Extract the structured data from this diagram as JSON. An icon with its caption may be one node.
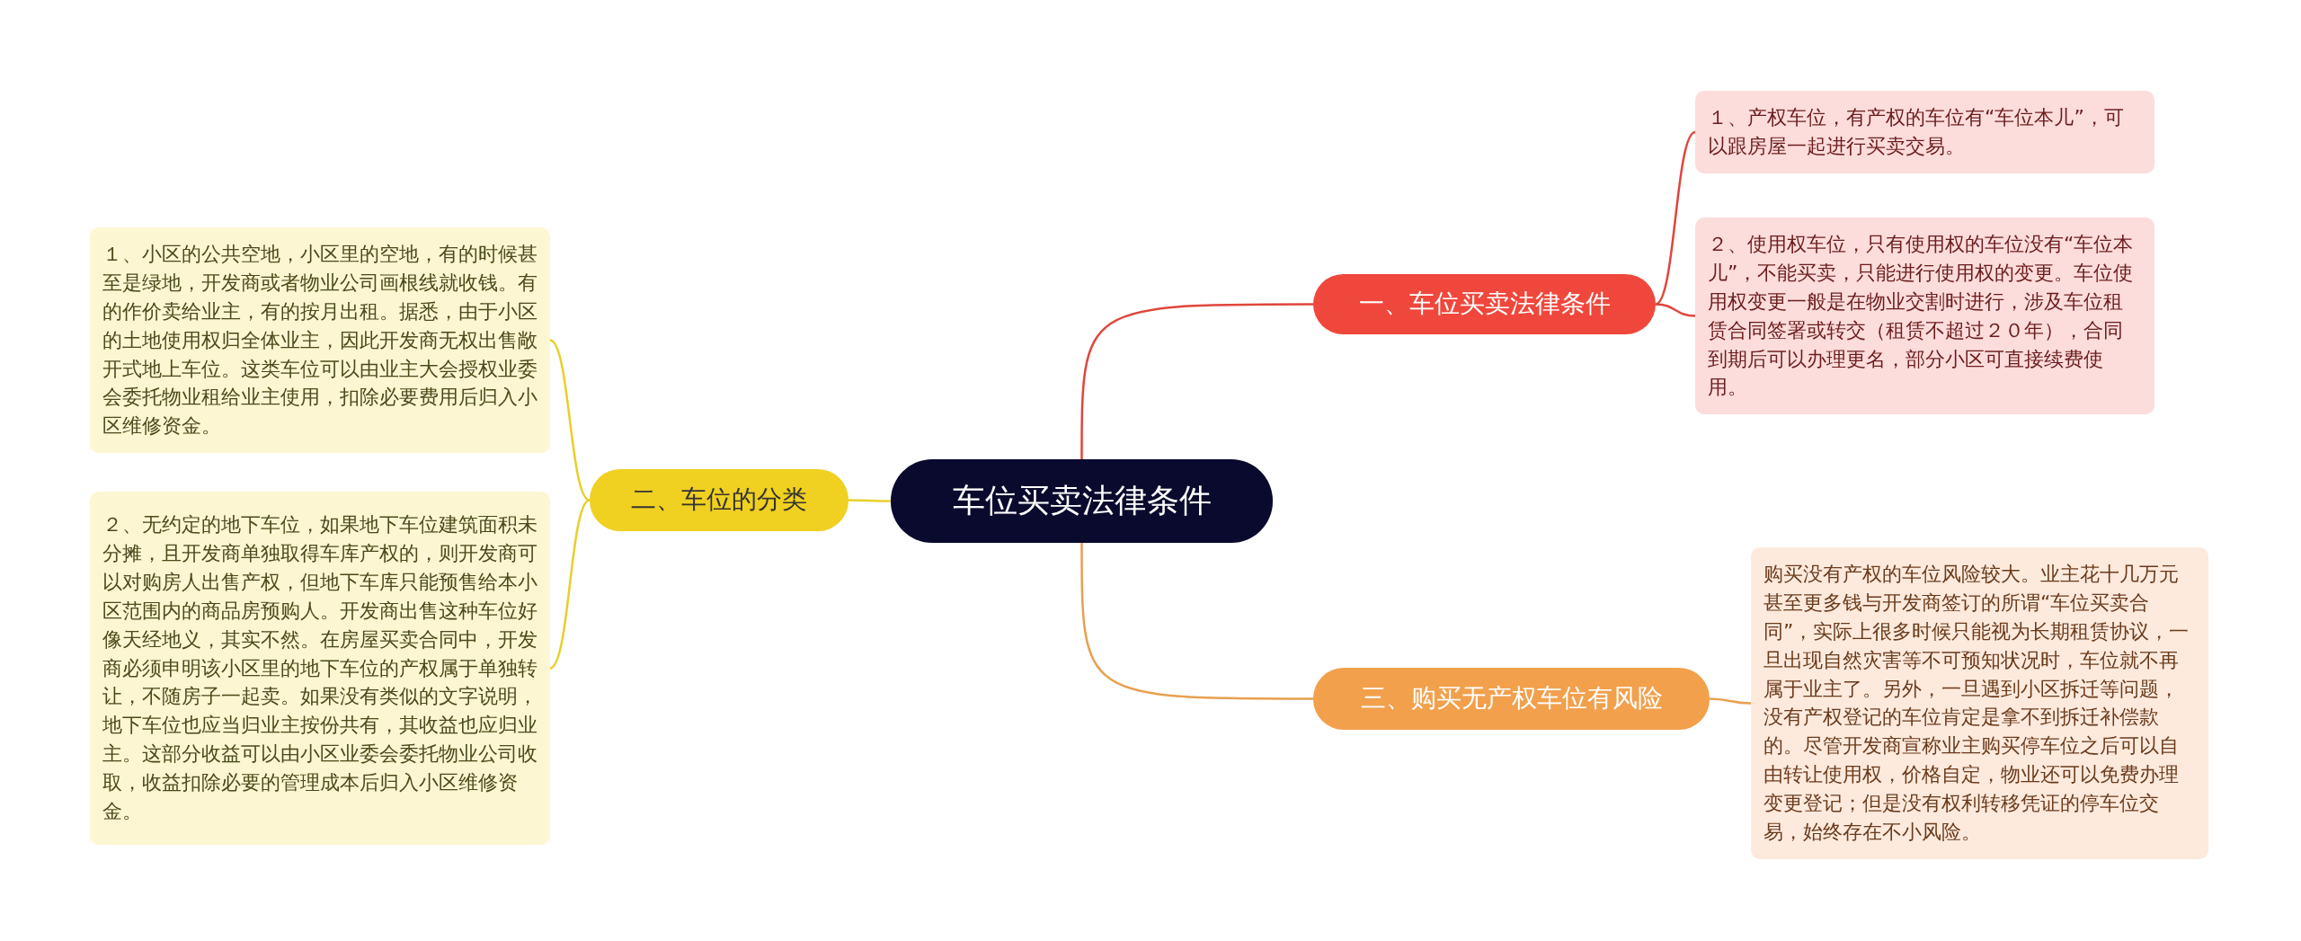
{
  "diagram": {
    "nodes": [
      {
        "text": [
          "车位买卖法律条件"
        ]
      },
      {
        "text": [
          "一、车位买卖法律条件"
        ]
      },
      {
        "text": [
          "１、产权车位，有产权的车位有“车位本儿”，可以跟房屋一起进行买卖交易。"
        ]
      },
      {
        "text": [
          "２、使用权车位，只有使用权的车位没有“车位本儿”，不能买卖，只能进行使用权的变更。车位使用权变更一般是在物业交割时进行，涉及车位租赁合同签署或转交（租赁不超过２０年），合同到期后可以办理更名，部分小区可直接续费使用。"
        ]
      },
      {
        "text": [
          "二、车位的分类"
        ]
      },
      {
        "text": [
          "１、小区的公共空地，小区里的空地，有的时候甚至是绿地，开发商或者物业公司画根线就收钱。有的作价卖给业主，有的按月出租。据悉，由于小区的土地使用权归全体业主，因此开发商无权出售敞开式地上车位。这类车位可以由业主大会授权业委会委托物业租给业主使用，扣除必要费用后归入小区维修资金。"
        ]
      },
      {
        "text": [
          "２、无约定的地下车位，如果地下车位建筑面积未分摊，且开发商单独取得车库产权的，则开发商可以对购房人出售产权，但地下车库只能预售给本小区范围内的商品房预购人。开发商出售这种车位好像天经地义，其实不然。在房屋买卖合同中，开发商必须申明该小区里的地下车位的产权属于单独转让，不随房子一起卖。如果没有类似的文字说明，地下车位也应当归业主按份共有，其收益也应归业主。这部分收益可以由小区业委会委托物业公司收取，收益扣除必要的管理成本后归入小区维修资金。"
        ]
      },
      {
        "text": [
          "三、购买无产权车位有风险"
        ]
      },
      {
        "text": [
          "购买没有产权的车位风险较大。业主花十几万元甚至更多钱与开发商签订的所谓“车位买卖合同”，实际上很多时候只能视为长期租赁协议，一旦出现自然灾害等不可预知状况时，车位就不再属于业主了。另外，一旦遇到小区拆迁等问题，没有产权登记的车位肯定是拿不到拆迁补偿款的。尽管开发商宣称业主购买停车位之后可以自由转让使用权，价格自定，物业还可以免费办理变更登记；但是没有权利转移凭证的停车位交易，始终存在不小风险。"
        ]
      }
    ],
    "edges": [
      {
        "from": 0,
        "to": 1,
        "arrow": "none",
        "color": "#e0463c"
      },
      {
        "from": 1,
        "to": 2,
        "arrow": "none",
        "color": "#e0463c"
      },
      {
        "from": 1,
        "to": 3,
        "arrow": "none",
        "color": "#e0463c"
      },
      {
        "from": 0,
        "to": 4,
        "arrow": "none",
        "color": "#e8cf2a"
      },
      {
        "from": 4,
        "to": 5,
        "arrow": "none",
        "color": "#e8cf2a"
      },
      {
        "from": 4,
        "to": 6,
        "arrow": "none",
        "color": "#e8cf2a"
      },
      {
        "from": 0,
        "to": 7,
        "arrow": "none",
        "color": "#e8a050"
      },
      {
        "from": 7,
        "to": 8,
        "arrow": "none",
        "color": "#e8a050"
      }
    ]
  }
}
